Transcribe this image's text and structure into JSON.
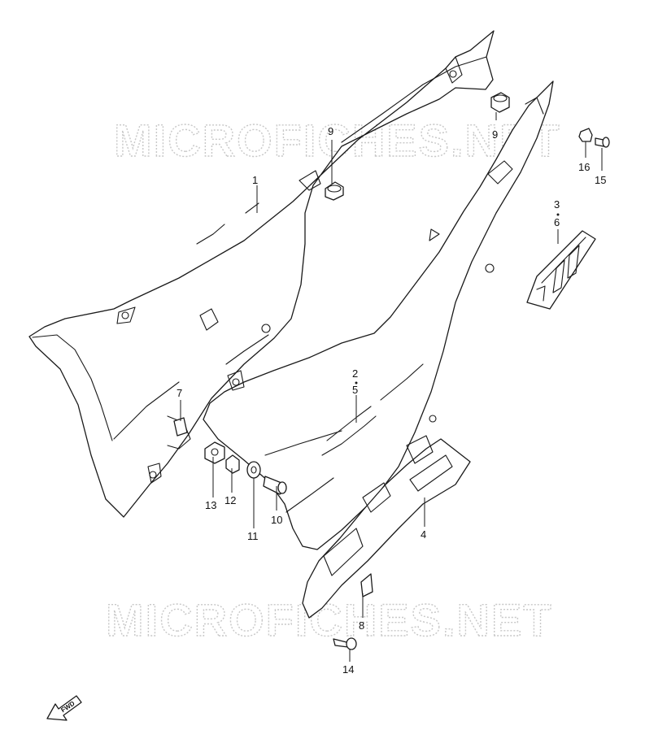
{
  "watermark": "MICROFICHES.NET",
  "fwd_label": "FWD",
  "labels": [
    {
      "id": "1",
      "text": "1"
    },
    {
      "id": "2-5",
      "text": "2",
      "text2": "5"
    },
    {
      "id": "3-6",
      "text": "3",
      "text2": "6"
    },
    {
      "id": "4",
      "text": "4"
    },
    {
      "id": "7",
      "text": "7"
    },
    {
      "id": "8",
      "text": "8"
    },
    {
      "id": "9a",
      "text": "9"
    },
    {
      "id": "9b",
      "text": "9"
    },
    {
      "id": "10",
      "text": "10"
    },
    {
      "id": "11",
      "text": "11"
    },
    {
      "id": "12",
      "text": "12"
    },
    {
      "id": "13",
      "text": "13"
    },
    {
      "id": "14",
      "text": "14"
    },
    {
      "id": "15",
      "text": "15"
    },
    {
      "id": "16",
      "text": "16"
    }
  ]
}
